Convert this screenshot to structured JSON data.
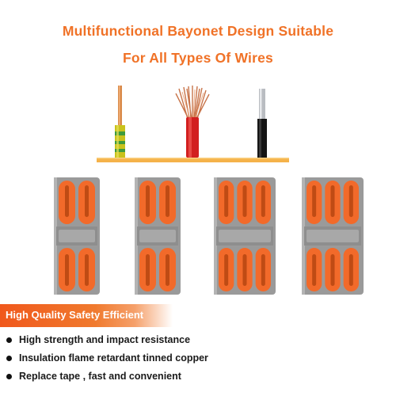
{
  "headline": {
    "line1": "Multifunctional Bayonet Design Suitable",
    "line2": "For All Types Of Wires"
  },
  "banner": {
    "text": "High Quality Safety Efficient"
  },
  "features": [
    "High strength and impact resistance",
    "Insulation flame retardant tinned copper",
    "Replace tape , fast and convenient"
  ],
  "wires": [
    {
      "name": "copper-solid-wire",
      "insulation": "yellow-green"
    },
    {
      "name": "stranded-copper-wire",
      "insulation": "red"
    },
    {
      "name": "aluminum-solid-wire",
      "insulation": "black"
    }
  ],
  "connectors": [
    {
      "name": "connector-2-way",
      "ports": 2
    },
    {
      "name": "connector-2-way",
      "ports": 2
    },
    {
      "name": "connector-3-way",
      "ports": 3
    },
    {
      "name": "connector-3-way",
      "ports": 3
    }
  ],
  "colors": {
    "accent": "#f07227",
    "connector_body": "#9a9a9a",
    "lever": "#f26a2a",
    "shelf": "#f5b24a"
  }
}
